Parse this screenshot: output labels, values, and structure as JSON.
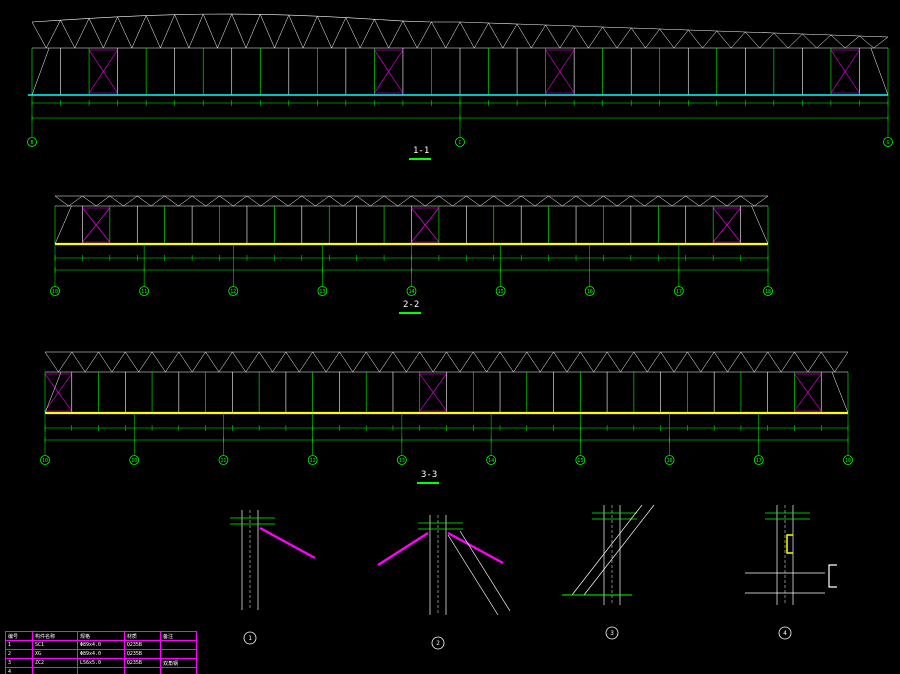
{
  "sections": [
    {
      "label": "1-1"
    },
    {
      "label": "2-2"
    },
    {
      "label": "3-3"
    }
  ],
  "section1_axes": [
    "B",
    "C",
    "G"
  ],
  "section2_axes": [
    "10",
    "11",
    "12",
    "13",
    "14",
    "15",
    "16",
    "17",
    "18"
  ],
  "section3_axes": [
    "10",
    "10",
    "11",
    "12",
    "13",
    "14",
    "15",
    "16",
    "17",
    "18"
  ],
  "detail_markers": [
    "1",
    "2",
    "3",
    "4"
  ],
  "legend": {
    "header": [
      "编号",
      "构件名称",
      "规格",
      "材质",
      "备注"
    ],
    "rows": [
      [
        "1",
        "SC1",
        "Φ89x4.0",
        "Q235B",
        ""
      ],
      [
        "2",
        "XG",
        "Φ89x4.0",
        "Q235B",
        ""
      ],
      [
        "3",
        "ZC2",
        "L56x5.0",
        "Q235B",
        "双角钢"
      ],
      [
        "4",
        "",
        "",
        "",
        ""
      ]
    ]
  },
  "colors": {
    "background": "#000000",
    "truss": "#ffffff",
    "axis": "#00ff00",
    "bracing": "#ff00ff",
    "chord_yellow": "#ffff00",
    "grade_cyan": "#00ffff"
  }
}
